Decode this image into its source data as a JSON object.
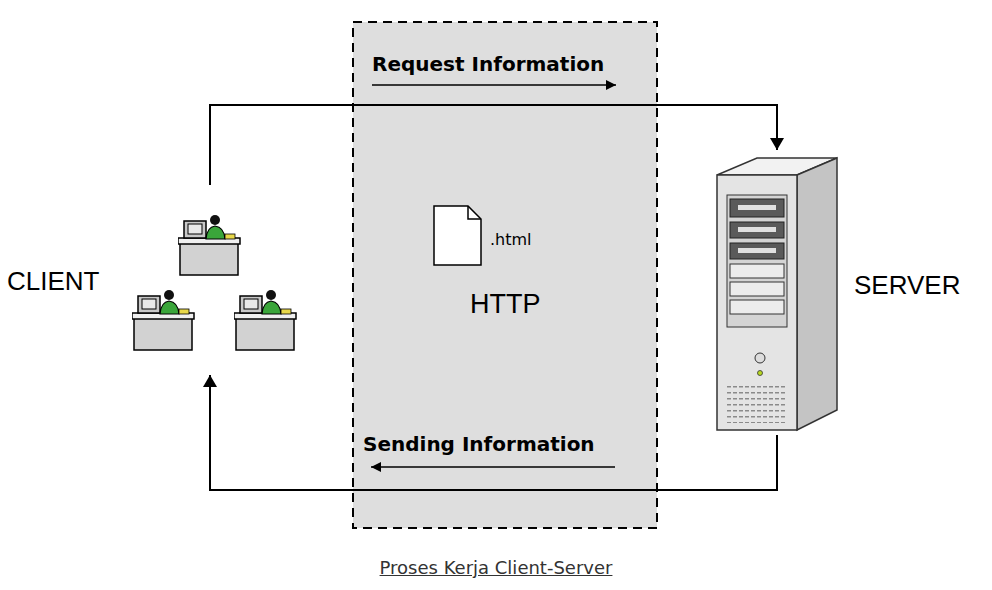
{
  "diagram": {
    "caption": "Proses Kerja Client-Server",
    "nodes": [
      {
        "text": [
          "CLIENT"
        ]
      },
      {
        "text": [
          "Request Information",
          ".html",
          "HTTP",
          "Sending Information"
        ]
      },
      {
        "text": [
          "SERVER"
        ]
      }
    ],
    "edges": [
      {
        "from": 0,
        "to": 2,
        "arrow": "to"
      },
      {
        "from": 2,
        "to": 0,
        "arrow": "to"
      }
    ]
  }
}
